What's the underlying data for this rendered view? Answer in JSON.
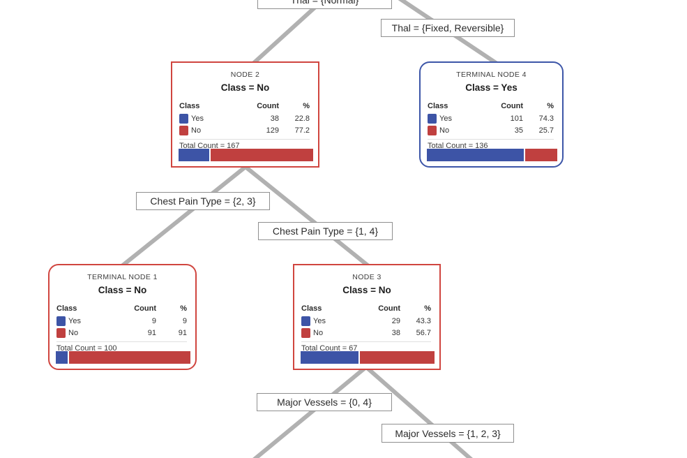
{
  "diagram": {
    "type": "decision-tree",
    "table_headers": [
      "Class",
      "Count",
      "%"
    ],
    "class_names": {
      "positive": "Yes",
      "negative": "No"
    },
    "colors": {
      "class_yes_blue": "#3d54a6",
      "class_no_red": "#c0403f",
      "internal_terminal_red_border": "#d0453f",
      "terminal_blue_border": "#3d56a8",
      "edge_line_gray": "#b1b1b1"
    },
    "edge_labels": [
      {
        "text": "Thal = {Normal}"
      },
      {
        "text": "Thal = {Fixed, Reversible}"
      },
      {
        "text": "Chest Pain Type = {2, 3}"
      },
      {
        "text": "Chest Pain Type = {1, 4}"
      },
      {
        "text": "Major Vessels = {0, 4}"
      },
      {
        "text": "Major Vessels = {1, 2, 3}"
      }
    ],
    "nodes": [
      {
        "id": "node-2",
        "title": "NODE 2",
        "class_label": "Class = No",
        "rows": [
          {
            "label": "Yes",
            "count": "38",
            "pct": "22.8"
          },
          {
            "label": "No",
            "count": "129",
            "pct": "77.2"
          }
        ],
        "total": "Total Count = 167",
        "yes_pct": 22.8
      },
      {
        "id": "terminal-node-4",
        "title": "TERMINAL NODE 4",
        "class_label": "Class = Yes",
        "rows": [
          {
            "label": "Yes",
            "count": "101",
            "pct": "74.3"
          },
          {
            "label": "No",
            "count": "35",
            "pct": "25.7"
          }
        ],
        "total": "Total Count = 136",
        "yes_pct": 74.3
      },
      {
        "id": "terminal-node-1",
        "title": "TERMINAL NODE 1",
        "class_label": "Class = No",
        "rows": [
          {
            "label": "Yes",
            "count": "9",
            "pct": "9"
          },
          {
            "label": "No",
            "count": "91",
            "pct": "91"
          }
        ],
        "total": "Total Count = 100",
        "yes_pct": 9
      },
      {
        "id": "node-3",
        "title": "NODE 3",
        "class_label": "Class = No",
        "rows": [
          {
            "label": "Yes",
            "count": "29",
            "pct": "43.3"
          },
          {
            "label": "No",
            "count": "38",
            "pct": "56.7"
          }
        ],
        "total": "Total Count = 67",
        "yes_pct": 43.3
      }
    ]
  }
}
